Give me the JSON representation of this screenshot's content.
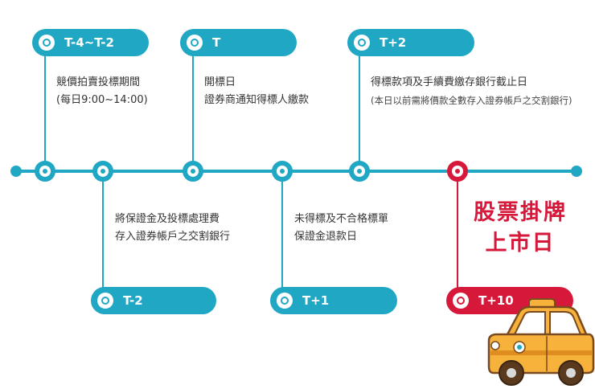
{
  "timeline": {
    "milestones": [
      {
        "id": "t4t2",
        "label": "T-4~T-2",
        "lines": [
          "競價拍賣投標期間",
          "(每日9:00~14:00)"
        ],
        "position": "top"
      },
      {
        "id": "tm2",
        "label": "T-2",
        "lines": [
          "將保證金及投標處理費",
          "存入證券帳戶之交割銀行"
        ],
        "position": "bottom"
      },
      {
        "id": "t",
        "label": "T",
        "lines": [
          "開標日",
          "證券商通知得標人繳款"
        ],
        "position": "top"
      },
      {
        "id": "tp1",
        "label": "T+1",
        "lines": [
          "未得標及不合格標單",
          "保證金退款日"
        ],
        "position": "bottom"
      },
      {
        "id": "tp2",
        "label": "T+2",
        "lines": [
          "得標款項及手續費繳存銀行截止日",
          "(本日以前需將價款全數存入證券帳戶之交割銀行)"
        ],
        "position": "top"
      },
      {
        "id": "tp10",
        "label": "T+10",
        "lines": [
          "股票掛牌",
          "上市日"
        ],
        "position": "bottom",
        "highlight": true
      }
    ]
  },
  "colors": {
    "primary": "#1fa7c4",
    "highlight": "#d6193a",
    "taxi_body": "#f7b23b"
  },
  "icons": {
    "milestone": "circle-marker-icon",
    "taxi": "taxi-icon"
  }
}
